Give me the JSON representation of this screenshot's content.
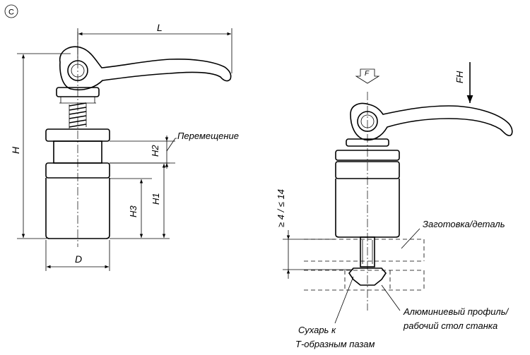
{
  "labels": {
    "variant": "C",
    "dim_l": "L",
    "dim_h": "H",
    "dim_h1": "H1",
    "dim_h2": "H2",
    "dim_h3": "H3",
    "dim_d": "D",
    "travel": "Перемещение",
    "force_f": "F",
    "force_fh": "FH",
    "clamp_range": "≥ 4 / ≤ 14",
    "workpiece": "Заготовка/деталь",
    "profile_line1": "Алюминиевый профиль/",
    "profile_line2": "рабочий стол станка",
    "slot_nut_line1": "Сухарь к",
    "slot_nut_line2": "Т-образным пазам"
  }
}
